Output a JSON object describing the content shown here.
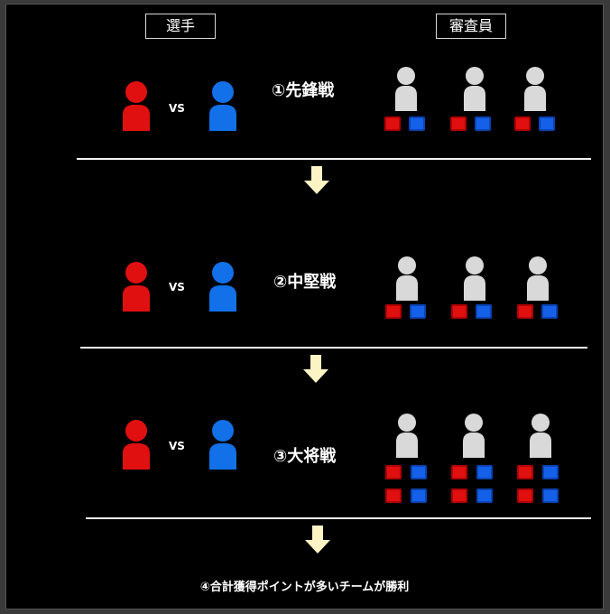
{
  "headers": {
    "players": "選手",
    "judges": "審査員"
  },
  "vs_label": "VS",
  "rounds": [
    {
      "label": "①先鋒戦",
      "votes_per_judge": 1
    },
    {
      "label": "②中堅戦",
      "votes_per_judge": 1
    },
    {
      "label": "③大将戦",
      "votes_per_judge": 2
    }
  ],
  "final_note": "④合計獲得ポイントが多いチームが勝利",
  "colors": {
    "red_player": "#e01010",
    "blue_player": "#1270e8",
    "judge": "#d9d9d9",
    "arrow": "#fcf4c4",
    "background": "#000000"
  }
}
